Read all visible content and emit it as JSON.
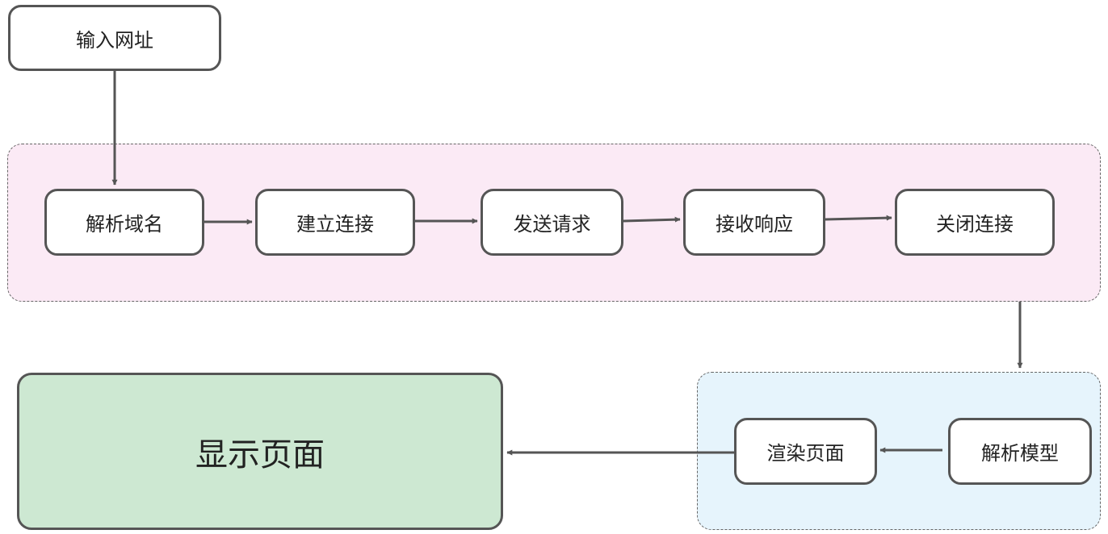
{
  "colors": {
    "stroke": "#555555",
    "group_network_fill": "#fbeaf5",
    "group_render_fill": "#e6f4fc",
    "display_fill": "#cde8d2"
  },
  "nodes": {
    "input_url": "输入网址",
    "resolve_domain": "解析域名",
    "establish_connection": "建立连接",
    "send_request": "发送请求",
    "receive_response": "接收响应",
    "close_connection": "关闭连接",
    "parse_model": "解析模型",
    "render_page": "渲染页面",
    "display_page": "显示页面"
  }
}
